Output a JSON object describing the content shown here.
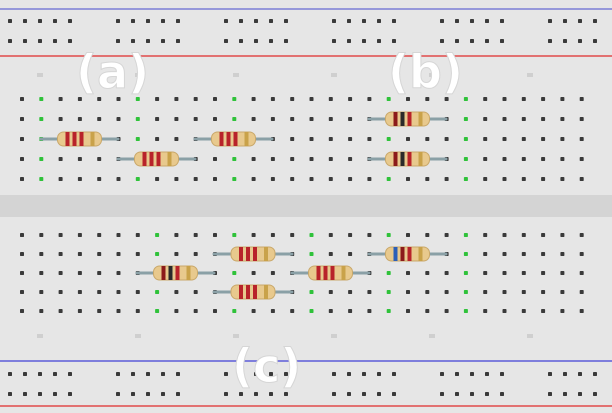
{
  "labels": {
    "a": "(a)",
    "b": "(b)",
    "c": "(c)"
  },
  "colors": {
    "board": "#e6e6e6",
    "rail_top_line": "#7b7fd6",
    "rail_red_line": "#e04a4a",
    "rail_blue_line": "#5b5bd8",
    "channel": "#d4d4d4",
    "hole": "#3a3a3a",
    "hole_active": "#2fc23a",
    "resistor_body": "#e8c98d",
    "lead": "#8aa0a6"
  },
  "resistors": [
    {
      "group": "a",
      "bands": [
        "#b8232a",
        "#b8232a",
        "#b8232a",
        "#c9a24a"
      ]
    },
    {
      "group": "a",
      "bands": [
        "#b8232a",
        "#b8232a",
        "#b8232a",
        "#c9a24a"
      ]
    },
    {
      "group": "a",
      "bands": [
        "#b8232a",
        "#b8232a",
        "#b8232a",
        "#c9a24a"
      ]
    },
    {
      "group": "b",
      "bands": [
        "#8b1a1a",
        "#2a2a2a",
        "#b8232a",
        "#c9a24a"
      ]
    },
    {
      "group": "b",
      "bands": [
        "#8b1a1a",
        "#2a2a2a",
        "#b8232a",
        "#c9a24a"
      ]
    },
    {
      "group": "c",
      "bands": [
        "#8b1a1a",
        "#2a2a2a",
        "#b8232a",
        "#c9a24a"
      ]
    },
    {
      "group": "c",
      "bands": [
        "#b8232a",
        "#b8232a",
        "#b8232a",
        "#c9a24a"
      ]
    },
    {
      "group": "c",
      "bands": [
        "#b8232a",
        "#b8232a",
        "#b8232a",
        "#c9a24a"
      ]
    },
    {
      "group": "c",
      "bands": [
        "#b8232a",
        "#b8232a",
        "#b8232a",
        "#c9a24a"
      ]
    },
    {
      "group": "c",
      "bands": [
        "#2b5fb8",
        "#8b1a1a",
        "#b8232a",
        "#c9a24a"
      ]
    }
  ]
}
